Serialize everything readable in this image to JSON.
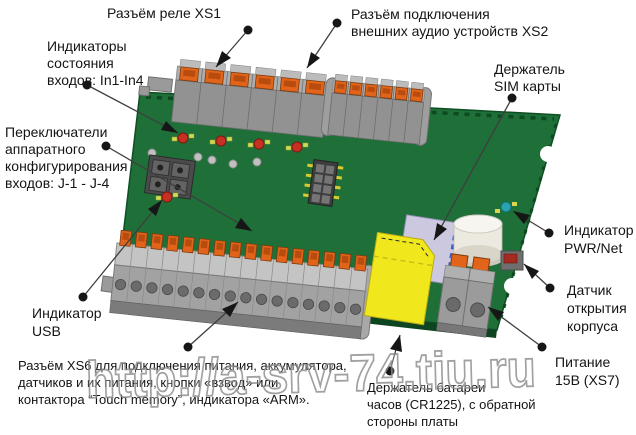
{
  "watermark": "http://a-srv-74.tiu.ru",
  "labels": {
    "relay_connector": {
      "lines": [
        "Разъём реле XS1"
      ]
    },
    "audio_connector": {
      "lines": [
        "Разъём подключения",
        "внешних аудио устройств XS2"
      ]
    },
    "input_indicators": {
      "lines": [
        "Индикаторы",
        "состояния",
        "входов: In1-In4"
      ]
    },
    "config_switches": {
      "lines": [
        "Переключатели",
        "аппаратного",
        "конфигурирования",
        "входов: J-1 - J-4"
      ]
    },
    "sim_holder": {
      "lines": [
        "Держатель",
        "SIM карты"
      ]
    },
    "pwr_net_indicator": {
      "lines": [
        "Индикатор",
        "PWR/Net"
      ]
    },
    "case_open_sensor": {
      "lines": [
        "Датчик",
        "открытия",
        "корпуса"
      ]
    },
    "power_15v": {
      "lines": [
        "Питание",
        "15В (XS7)"
      ]
    },
    "usb_indicator": {
      "lines": [
        "Индикатор",
        "USB"
      ]
    },
    "xs6_connector": {
      "lines": [
        "Разъём XS6 для подключения питания, аккумулятора,",
        "датчиков и их питания, кнопки «взвод» или",
        "контактора “Touch memory”, индикатора «ARM»."
      ]
    },
    "battery_holder": {
      "lines": [
        "Держатель батареи",
        "часов (CR1225), с обратной",
        "стороны платы"
      ]
    }
  },
  "colors": {
    "board_green": "#1e6f38",
    "board_edge": "#0d4520",
    "terminal_gray": "#929292",
    "clip_orange": "#e2641a",
    "sim_yellow": "#f0e71c",
    "sim_holder_lavender": "#ccc8e0",
    "led_red": "#c63022",
    "led_teal": "#2aa3b0",
    "watermark_gray": "#8a8a8a"
  }
}
